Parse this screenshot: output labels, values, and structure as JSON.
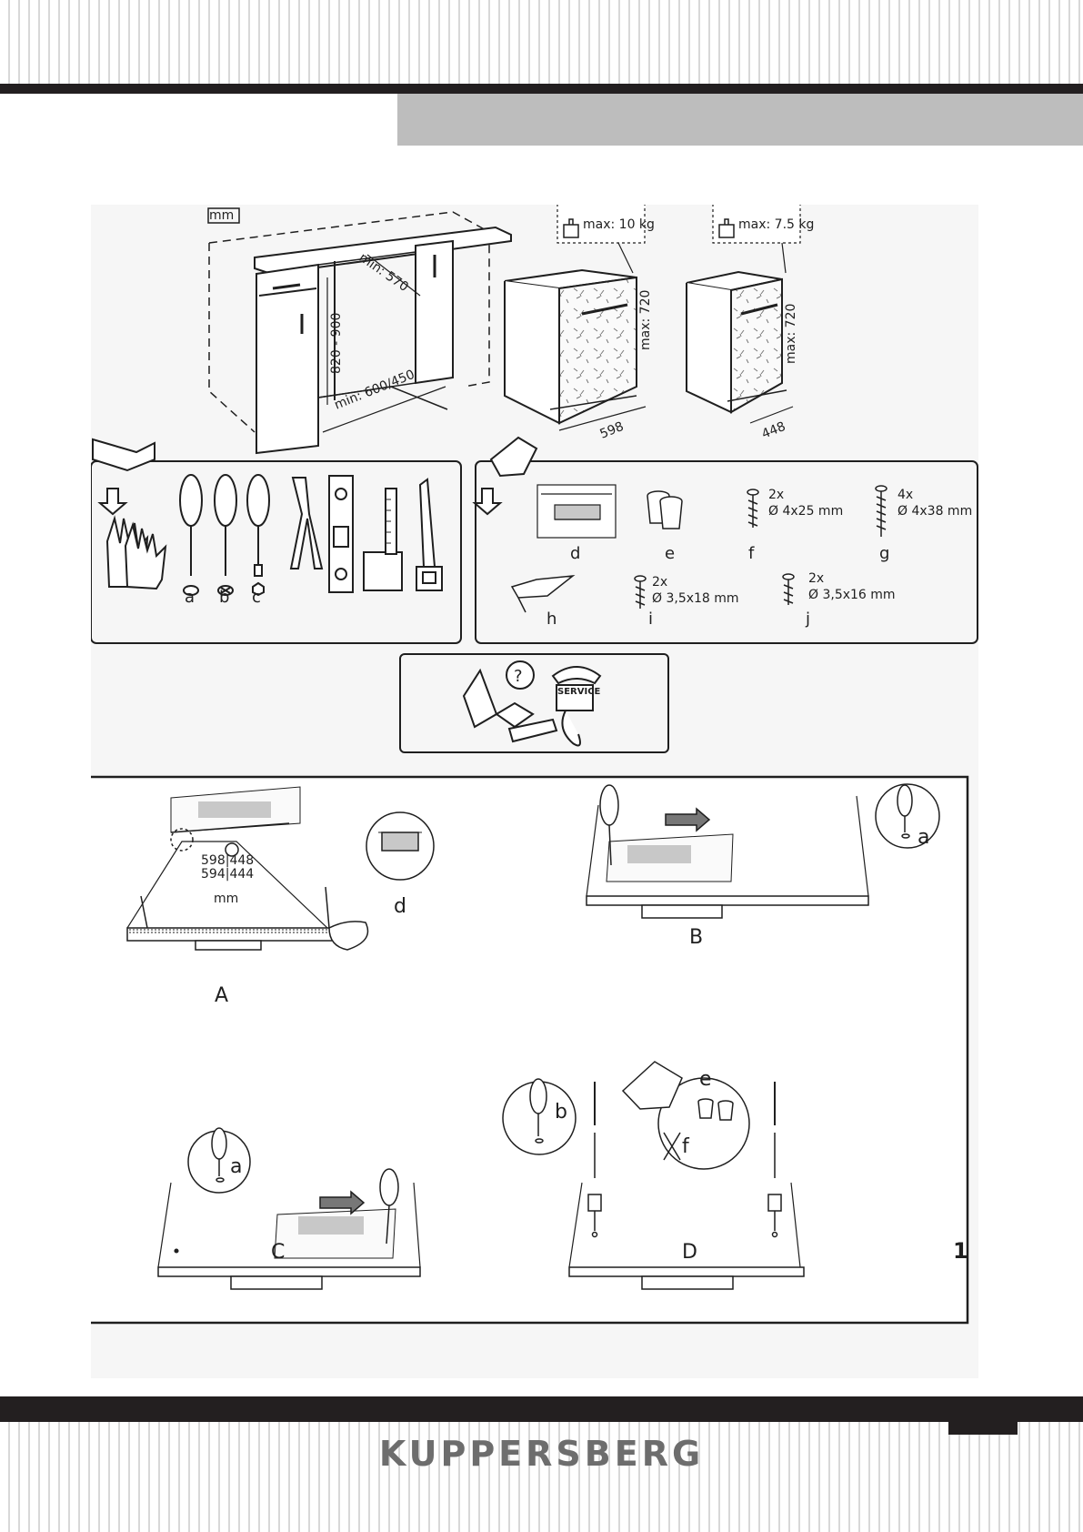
{
  "header": {
    "bar_color": "#231f20",
    "block_color": "#bdbdbd"
  },
  "top_section": {
    "unit_box": "mm",
    "cabinet": {
      "height_label": "820 - 900",
      "depth_label": "min: 570",
      "width_label": "min: 600/450"
    },
    "dishwasher_wide": {
      "max_weight": "max: 10 kg",
      "max_height": "max: 720",
      "width": "598"
    },
    "dishwasher_narrow": {
      "max_weight": "max: 7.5 kg",
      "max_height": "max: 720",
      "width": "448"
    }
  },
  "tools_panel": {
    "items": [
      {
        "icon": "gloves-icon"
      },
      {
        "icon": "flat-screwdriver-icon",
        "label": "a"
      },
      {
        "icon": "phillips-screwdriver-icon",
        "label": "b"
      },
      {
        "icon": "hex-screwdriver-icon",
        "label": "c"
      },
      {
        "icon": "pliers-icon"
      },
      {
        "icon": "spirit-level-icon"
      },
      {
        "icon": "square-ruler-icon"
      },
      {
        "icon": "saw-icon"
      }
    ]
  },
  "parts_panel": {
    "items": [
      {
        "id": "d",
        "label": "d"
      },
      {
        "id": "e",
        "label": "e"
      },
      {
        "id": "f",
        "label": "f",
        "qty": "2x",
        "size": "Ø 4x25 mm"
      },
      {
        "id": "g",
        "label": "g",
        "qty": "4x",
        "size": "Ø 4x38 mm"
      },
      {
        "id": "h",
        "label": "h"
      },
      {
        "id": "i",
        "label": "i",
        "qty": "2x",
        "size": "Ø 3,5x18 mm"
      },
      {
        "id": "j",
        "label": "j",
        "qty": "2x",
        "size": "Ø 3,5x16 mm"
      }
    ]
  },
  "service_box": {
    "question": "?",
    "service_label": "SERVICE"
  },
  "steps": {
    "A": {
      "label": "A",
      "dimensions_top": "598|448",
      "dimensions_bottom": "594|444",
      "unit": "mm",
      "part": "d"
    },
    "B": {
      "label": "B",
      "tool": "a"
    },
    "C": {
      "label": "C",
      "tool": "a"
    },
    "D": {
      "label": "D",
      "tool": "b",
      "part_e": "e",
      "part_f": "f"
    },
    "figure_number": "1"
  },
  "footer": {
    "brand": "KUPPERSBERG"
  }
}
